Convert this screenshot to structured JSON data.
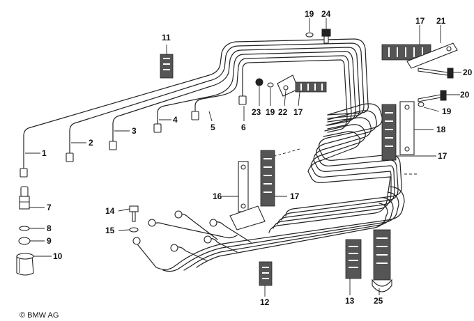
{
  "copyright": "© BMW AG",
  "callouts": {
    "c1": "1",
    "c2": "2",
    "c3": "3",
    "c4": "4",
    "c5": "5",
    "c6": "6",
    "c7": "7",
    "c8": "8",
    "c9": "9",
    "c10": "10",
    "c11": "11",
    "c12": "12",
    "c13": "13",
    "c14": "14",
    "c15": "15",
    "c16": "16",
    "c17a": "17",
    "c17b": "17",
    "c17c": "17",
    "c18": "18",
    "c19a": "19",
    "c19b": "19",
    "c19c": "19",
    "c20a": "20",
    "c20b": "20",
    "c21": "21",
    "c22": "22",
    "c23": "23",
    "c24": "24",
    "c25": "25"
  }
}
